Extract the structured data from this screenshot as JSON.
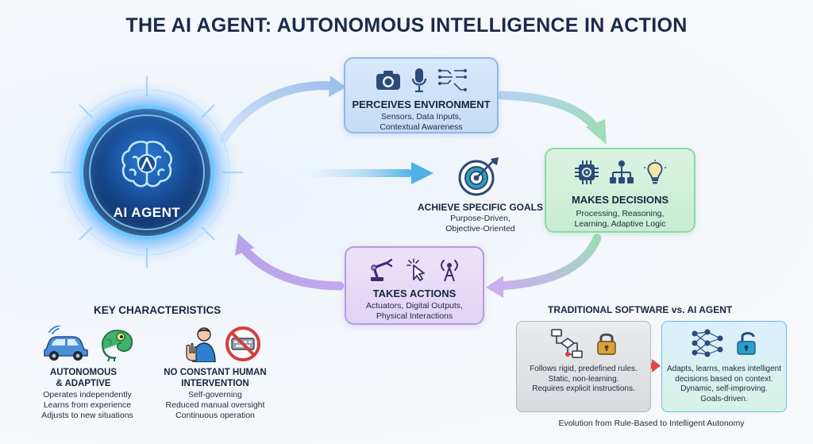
{
  "title": "THE AI AGENT: AUTONOMOUS INTELLIGENCE IN ACTION",
  "agent": {
    "label": "AI AGENT",
    "icon": "brain-icon"
  },
  "steps": {
    "perceive": {
      "heading": "PERCEIVES ENVIRONMENT",
      "line1": "Sensors, Data Inputs,",
      "line2": "Contextual Awareness",
      "icons": [
        "camera-icon",
        "microphone-icon",
        "circuit-icon"
      ],
      "color": "#c6dcf6"
    },
    "decide": {
      "heading": "MAKES DECISIONS",
      "line1": "Processing, Reasoning,",
      "line2": "Learning, Adaptive Logic",
      "icons": [
        "chip-gear-icon",
        "org-chart-icon",
        "lightbulb-icon"
      ],
      "color": "#c7ecd3"
    },
    "act": {
      "heading": "TAKES ACTIONS",
      "line1": "Actuators, Digital Outputs,",
      "line2": "Physical Interactions",
      "icons": [
        "robot-arm-icon",
        "cursor-click-icon",
        "antenna-icon"
      ],
      "color": "#e1d3f4"
    }
  },
  "goal": {
    "heading": "ACHIEVE SPECIFIC GOALS",
    "line1": "Purpose-Driven,",
    "line2": "Objective-Oriented",
    "icon": "target-icon"
  },
  "characteristics": {
    "title": "KEY CHARACTERISTICS",
    "autonomous": {
      "head1": "AUTONOMOUS",
      "head2": "& ADAPTIVE",
      "lines": [
        "Operates independently",
        "Learns from experience",
        "Adjusts to new situations"
      ],
      "icons": [
        "car-icon",
        "chameleon-icon"
      ]
    },
    "no_human": {
      "head1": "NO CONSTANT HUMAN",
      "head2": "INTERVENTION",
      "lines": [
        "Self-governing",
        "Reduced manual oversight",
        "Continuous operation"
      ],
      "icons": [
        "person-stop-icon",
        "no-keyboard-icon"
      ]
    }
  },
  "comparison": {
    "title": "TRADITIONAL SOFTWARE vs. AI AGENT",
    "traditional": {
      "lines": [
        "Follows rigid, predefined rules.",
        "Static, non-learning.",
        "Requires explicit instructions."
      ],
      "icons": [
        "flowchart-icon",
        "lock-icon"
      ]
    },
    "ai": {
      "lines": [
        "Adapts, learns, makes intelligent",
        "decisions based on context.",
        "Dynamic, self-improving.",
        "Goals-driven."
      ],
      "icons": [
        "neural-network-icon",
        "unlock-icon"
      ]
    },
    "caption": "Evolution from Rule-Based to Intelligent Autonomy"
  },
  "colors": {
    "title": "#1b2a4a",
    "orb": "#16488e",
    "perceive_arrow": "#a9c8ee",
    "decide_arrow": "#a8e0bf",
    "act_arrow": "#c3a8ec",
    "goal_arrow": "#5fb8e8",
    "compare_arrow": "#e04848"
  }
}
